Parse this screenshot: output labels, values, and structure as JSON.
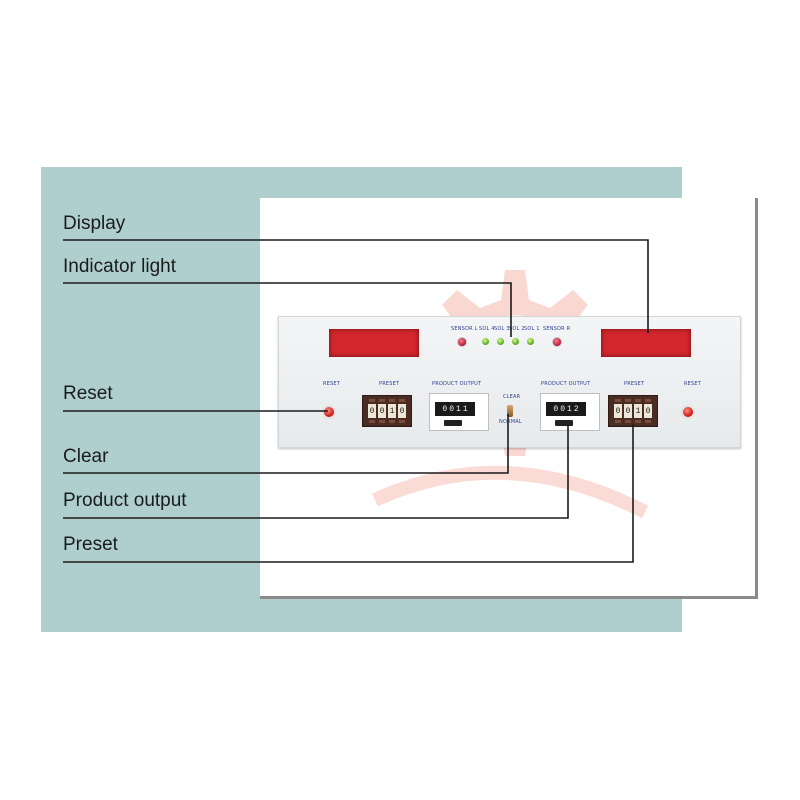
{
  "callouts": {
    "display": "Display",
    "indicator_light": "Indicator light",
    "reset": "Reset",
    "clear": "Clear",
    "product_output": "Product output",
    "preset": "Preset"
  },
  "panel": {
    "sensor_left_label": "SENSOR L",
    "sensor_right_label": "SENSOR R",
    "sol_labels": [
      "SOL 4",
      "SOL 3",
      "SOL 2",
      "SOL 1"
    ],
    "left_reset_label": "RESET",
    "right_reset_label": "RESET",
    "left_preset_label": "PRESET",
    "right_preset_label": "PRESET",
    "left_product_output_label": "PRODUCT OUTPUT",
    "right_product_output_label": "PRODUCT OUTPUT",
    "clear_label": "CLEAR",
    "normal_label": "NORMAL",
    "left_preset_digits": [
      "0",
      "0",
      "1",
      "0"
    ],
    "right_preset_digits": [
      "0",
      "0",
      "1",
      "0"
    ],
    "left_counter_digits": [
      "0",
      "0",
      "1",
      "1"
    ],
    "right_counter_digits": [
      "0",
      "0",
      "1",
      "2"
    ]
  },
  "colors": {
    "background_panel": "#aecfce",
    "display_red": "#d3272d",
    "leader_line": "#1b1b1b",
    "label_blue": "#2b3f8f"
  }
}
